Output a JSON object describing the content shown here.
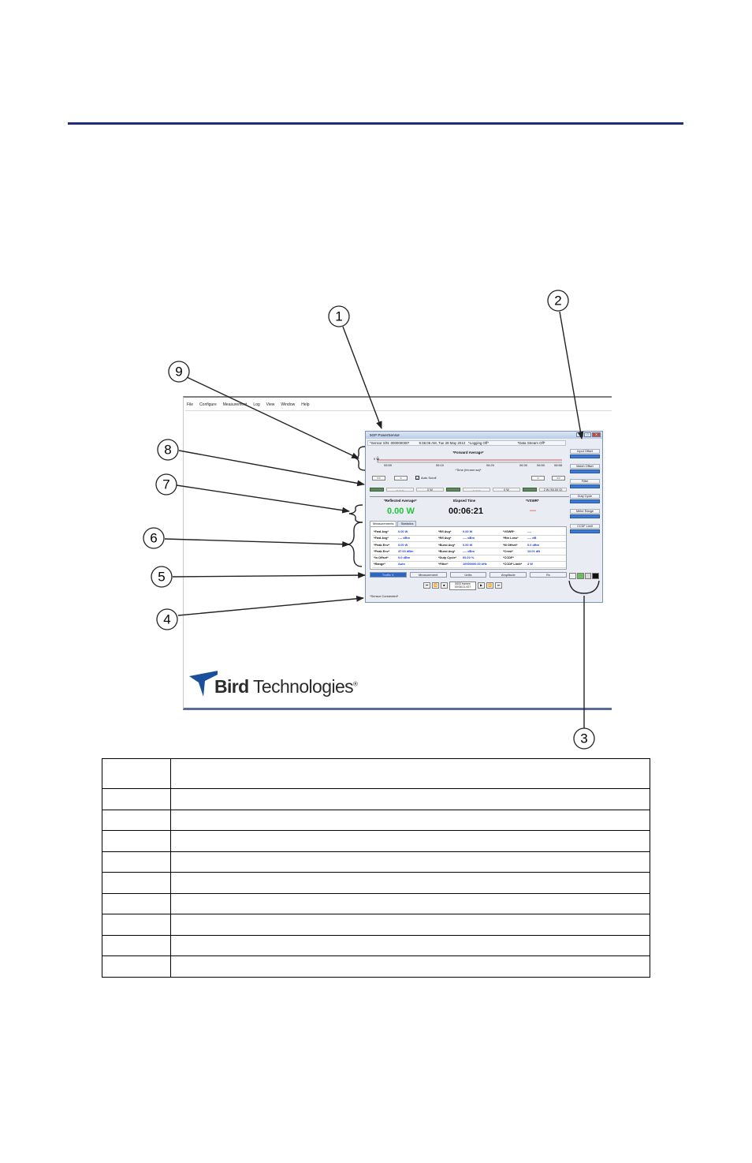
{
  "desktop": {
    "menu": [
      "File",
      "Configure",
      "Measurement",
      "Log",
      "View",
      "Window",
      "Help"
    ]
  },
  "brand": {
    "logo_bold": "Bird",
    "logo_light": " Technologies",
    "logo_mark": "®"
  },
  "app": {
    "title": "5GP PowerSensor",
    "window_buttons": [
      "–",
      "□",
      "✕"
    ],
    "status": [
      "*Sensor S/N: 000000000*",
      "9:36:06 AM, Tue 28 May 2013",
      "*Logging Off*",
      "*Data Stream Off*"
    ],
    "plot": {
      "title": "*Forward Average*",
      "y_label": "0 W",
      "x_ticks": [
        "05:59",
        "06:10",
        "06:20",
        "06:30",
        "06:50",
        "06:58"
      ],
      "x_label": "*Time (hh:mm:ss)*"
    },
    "nav_buttons": [
      "<<",
      "<",
      ">",
      ">>"
    ],
    "auto_scroll": "Auto Scroll",
    "range_fields": [
      "-- -- --",
      "0 W",
      "-- -- --",
      "0 W",
      "2 W (50.00 G)"
    ],
    "meter_headers": [
      "*Reflected Average*",
      "Elapsed Time",
      "*VSWR*"
    ],
    "meter_values": {
      "power": "0.00 W",
      "elapsed": "00:06:21",
      "vswr": "----"
    },
    "tabs": [
      "Measurements",
      "Statistics"
    ],
    "measurements": [
      [
        {
          "label": "*Fwd Avg*",
          "value": "0.00 W"
        },
        {
          "label": "*Fwd Avg*",
          "value": "---- dBm"
        },
        {
          "label": "*Peak Env*",
          "value": "0.00 W"
        },
        {
          "label": "*Peak Env*",
          "value": "37.00 dBm"
        },
        {
          "label": "*In Offset*",
          "value": "0.0 dBm"
        },
        {
          "label": "*Range*",
          "value": "Auto"
        }
      ],
      [
        {
          "label": "*Rfl Avg*",
          "value": "0.00 W"
        },
        {
          "label": "*Rfl Avg*",
          "value": "---- dBm"
        },
        {
          "label": "*Burst Avg*",
          "value": "0.00 W"
        },
        {
          "label": "*Burst Avg*",
          "value": "---- dBm"
        },
        {
          "label": "*Duty Cycle*",
          "value": "00.00 %"
        },
        {
          "label": "*Filter*",
          "value": "10000000.00 kHz"
        }
      ],
      [
        {
          "label": "*VSWR*",
          "value": "----"
        },
        {
          "label": "*Rtn Loss*",
          "value": "---- dB"
        },
        {
          "label": "*M Offset*",
          "value": "0.0 dBm"
        },
        {
          "label": "*Crest*",
          "value": "13.01 dB"
        },
        {
          "label": "*CCDF*",
          "value": ""
        },
        {
          "label": "*CCDF Limit*",
          "value": "3 W"
        }
      ]
    ],
    "mode_buttons": [
      "Traffic ∨",
      "Measurement",
      "Units",
      "Amplitude",
      "Rx"
    ],
    "frame_box": [
      "5000 frames",
      "00:06:21.927"
    ],
    "footer": "*Sensor Connected*",
    "side_buttons": [
      "Input Offset",
      "Match Offset",
      "Filter",
      "Duty Cycle",
      "Meter Range",
      "CCDF Limit"
    ]
  },
  "callouts": [
    "1",
    "2",
    "3",
    "4",
    "5",
    "6",
    "7",
    "8",
    "9"
  ],
  "legend_table": {
    "rows": 10
  },
  "colors": {
    "rule": "#1f2f7a",
    "power_value": "#22c43a",
    "vswr_value": "#e01b1b",
    "measurement_value": "#1a3fd6",
    "logo": "#1a4f9c"
  }
}
